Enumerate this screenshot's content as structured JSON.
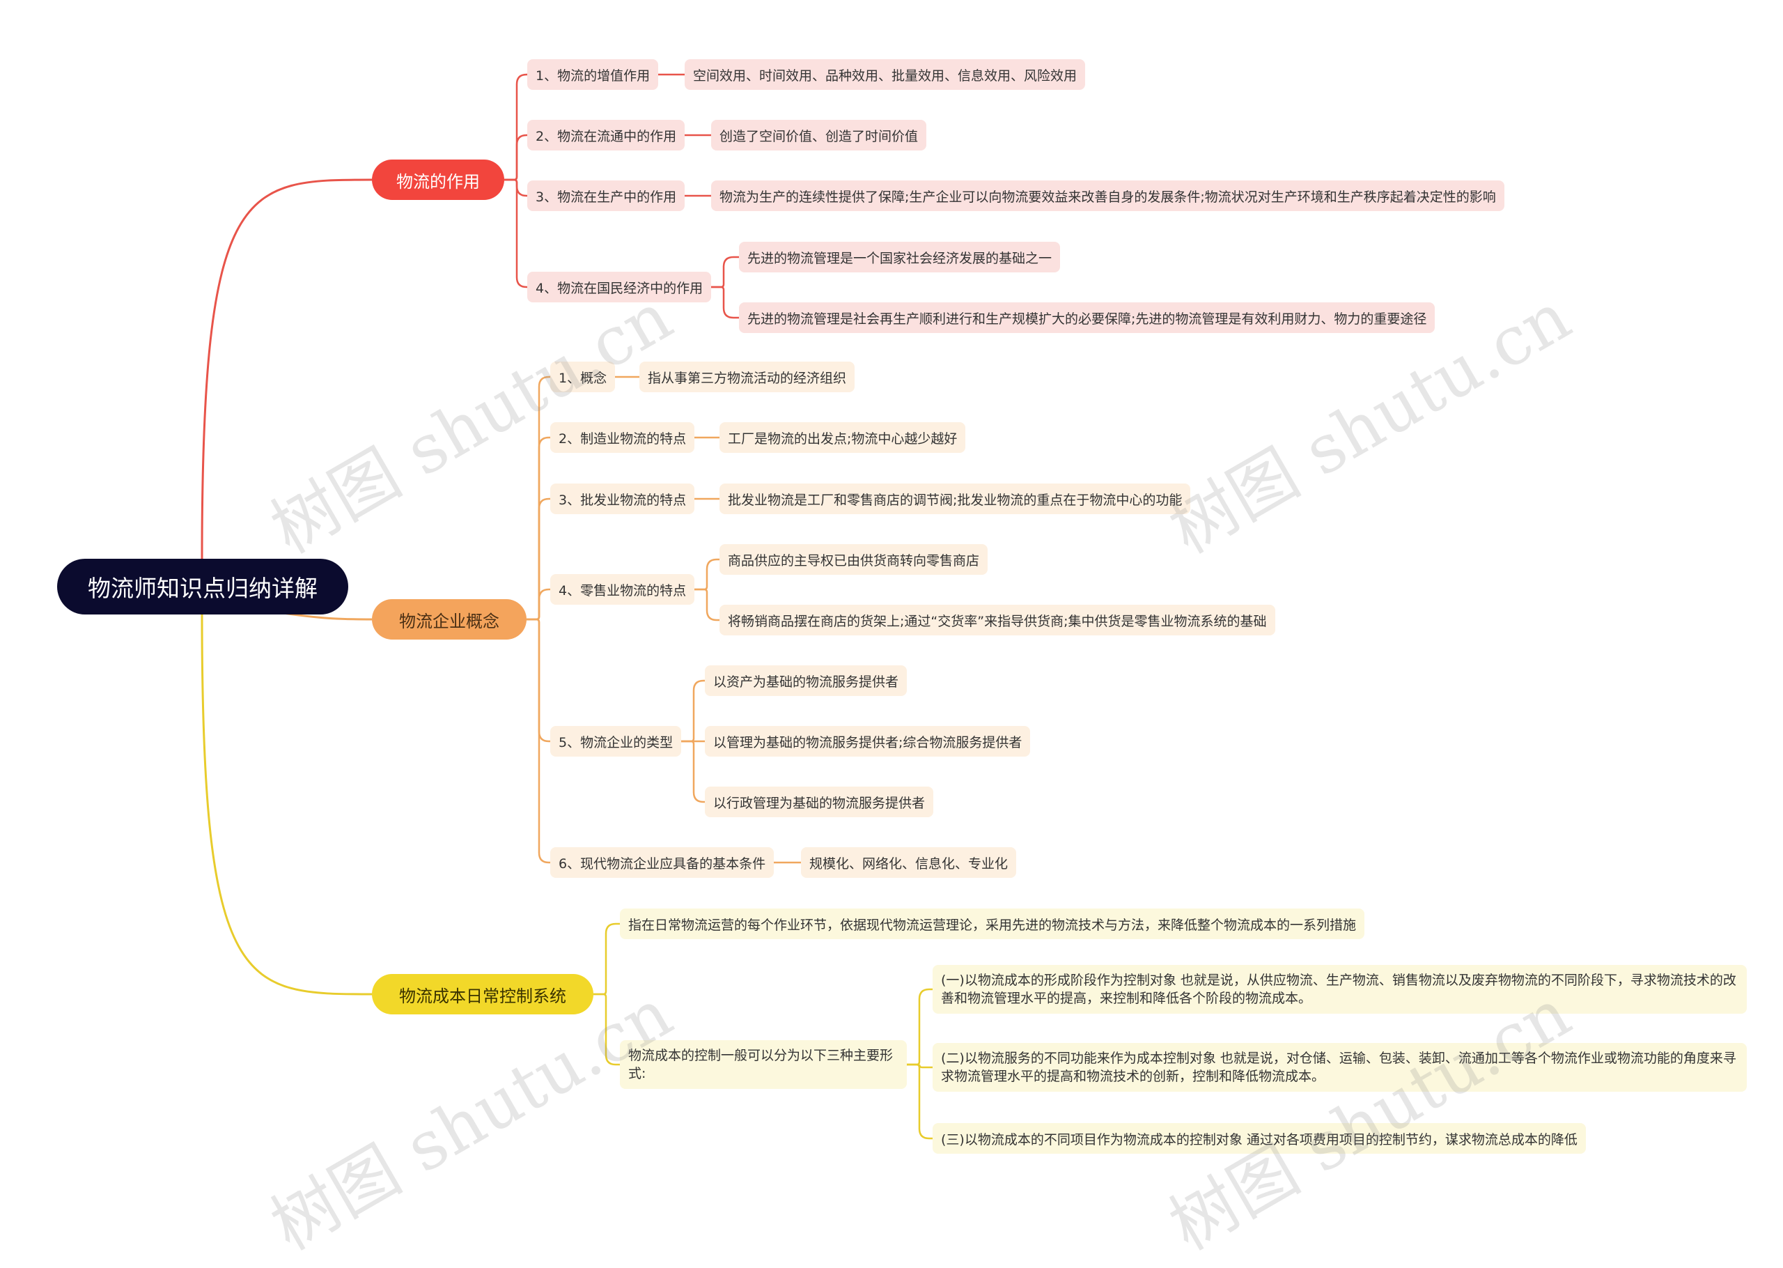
{
  "root": {
    "title": "物流师知识点归纳详解"
  },
  "branches": [
    {
      "label": "物流的作用",
      "color": "#e8544a",
      "children": [
        {
          "label": "1、物流的增值作用",
          "leaves": [
            "空间效用、时间效用、品种效用、批量效用、信息效用、风险效用"
          ]
        },
        {
          "label": "2、物流在流通中的作用",
          "leaves": [
            "创造了空间价值、创造了时间价值"
          ]
        },
        {
          "label": "3、物流在生产中的作用",
          "leaves": [
            "物流为生产的连续性提供了保障;生产企业可以向物流要效益来改善自身的发展条件;物流状况对生产环境和生产秩序起着决定性的影响"
          ]
        },
        {
          "label": "4、物流在国民经济中的作用",
          "leaves": [
            "先进的物流管理是一个国家社会经济发展的基础之一",
            "先进的物流管理是社会再生产顺利进行和生产规模扩大的必要保障;先进的物流管理是有效利用财力、物力的重要途径"
          ]
        }
      ]
    },
    {
      "label": "物流企业概念",
      "color": "#f0a75e",
      "children": [
        {
          "label": "1、概念",
          "leaves": [
            "指从事第三方物流活动的经济组织"
          ]
        },
        {
          "label": "2、制造业物流的特点",
          "leaves": [
            "工厂是物流的出发点;物流中心越少越好"
          ]
        },
        {
          "label": "3、批发业物流的特点",
          "leaves": [
            "批发业物流是工厂和零售商店的调节阀;批发业物流的重点在于物流中心的功能"
          ]
        },
        {
          "label": "4、零售业物流的特点",
          "leaves": [
            "商品供应的主导权已由供货商转向零售商店",
            "将畅销商品摆在商店的货架上;通过“交货率”来指导供货商;集中供货是零售业物流系统的基础"
          ]
        },
        {
          "label": "5、物流企业的类型",
          "leaves": [
            "以资产为基础的物流服务提供者",
            "以管理为基础的物流服务提供者;综合物流服务提供者",
            "以行政管理为基础的物流服务提供者"
          ]
        },
        {
          "label": "6、现代物流企业应具备的基本条件",
          "leaves": [
            "规模化、网络化、信息化、专业化"
          ]
        }
      ]
    },
    {
      "label": "物流成本日常控制系统",
      "color": "#e8cc2c",
      "children": [
        {
          "label": "指在日常物流运营的每个作业环节，依据现代物流运营理论，采用先进的物流技术与方法，来降低整个物流成本的一系列措施",
          "leaves": []
        },
        {
          "label": "物流成本的控制一般可以分为以下三种主要形式:",
          "leaves": [
            "(一)以物流成本的形成阶段作为控制对象 也就是说，从供应物流、生产物流、销售物流以及废弃物物流的不同阶段下，寻求物流技术的改善和物流管理水平的提高，来控制和降低各个阶段的物流成本。",
            "(二)以物流服务的不同功能来作为成本控制对象 也就是说，对仓储、运输、包装、装卸、流通加工等各个物流作业或物流功能的角度来寻求物流管理水平的提高和物流技术的创新，控制和降低物流成本。",
            "(三)以物流成本的不同项目作为物流成本的控制对象 通过对各项费用项目的控制节约，谋求物流总成本的降低"
          ]
        }
      ]
    }
  ],
  "watermark": "树图 shutu.cn"
}
